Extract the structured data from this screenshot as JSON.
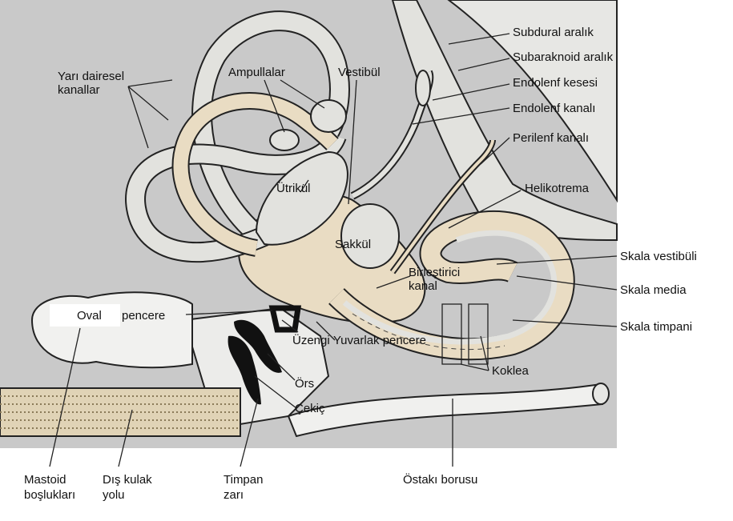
{
  "colors": {
    "background_gray": "#c9c9c9",
    "membrane_fill": "#e2e2de",
    "perilymph_fill": "#e9dcc3",
    "bone_dark": "#111111",
    "line_color": "#222222"
  },
  "labels": {
    "yari_dairesel_1": "Yarı dairesel",
    "yari_dairesel_2": "kanallar",
    "ampullalar": "Ampullalar",
    "vestibul": "Vestibül",
    "utrikul": "Ütrikül",
    "sakkul": "Sakkül",
    "birlestirici_1": "Birleştirici",
    "birlestirici_2": "kanal",
    "oval": "Oval",
    "pencere": "pencere",
    "uzengi": "Üzengi",
    "ors": "Örs",
    "cekic": "Çekiç",
    "yuvarlak_pencere": "Yuvarlak pencere",
    "koklea": "Koklea",
    "subdural": "Subdural aralık",
    "subaraknoid": "Subaraknoid aralık",
    "endolenf_kesesi": "Endolenf kesesi",
    "endolenf_kanali": "Endolenf kanalı",
    "perilenf_kanali": "Perilenf kanalı",
    "helikotrema": "Helikotrema",
    "skala_vestibuli": "Skala vestibüli",
    "skala_media": "Skala media",
    "skala_timpani": "Skala timpani",
    "mastoid_1": "Mastoid",
    "mastoid_2": "boşlukları",
    "dis_kulak_1": "Dış kulak",
    "dis_kulak_2": "yolu",
    "timpan_1": "Timpan",
    "timpan_2": "zarı",
    "ostaki": "Östakı borusu"
  }
}
